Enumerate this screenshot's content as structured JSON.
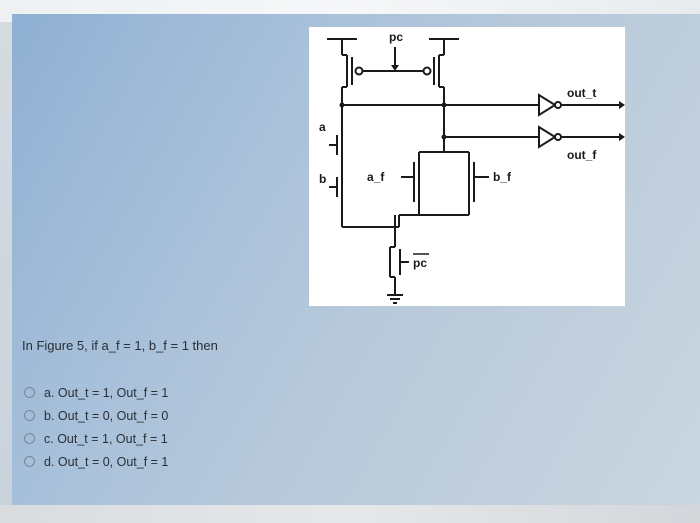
{
  "figure": {
    "labels": {
      "pc_top": "pc",
      "a": "a",
      "b": "b",
      "a_f": "a_f",
      "b_f": "b_f",
      "pc_bottom": "pc",
      "out_t": "out_t",
      "out_f": "out_f"
    }
  },
  "question": {
    "text": "In Figure 5, if a_f = 1, b_f = 1 then"
  },
  "options": [
    {
      "label": "a. Out_t = 1, Out_f = 1"
    },
    {
      "label": "b. Out_t = 0, Out_f = 0"
    },
    {
      "label": "c. Out_t = 1, Out_f = 1"
    },
    {
      "label": "d. Out_t = 0, Out_f = 1"
    }
  ]
}
